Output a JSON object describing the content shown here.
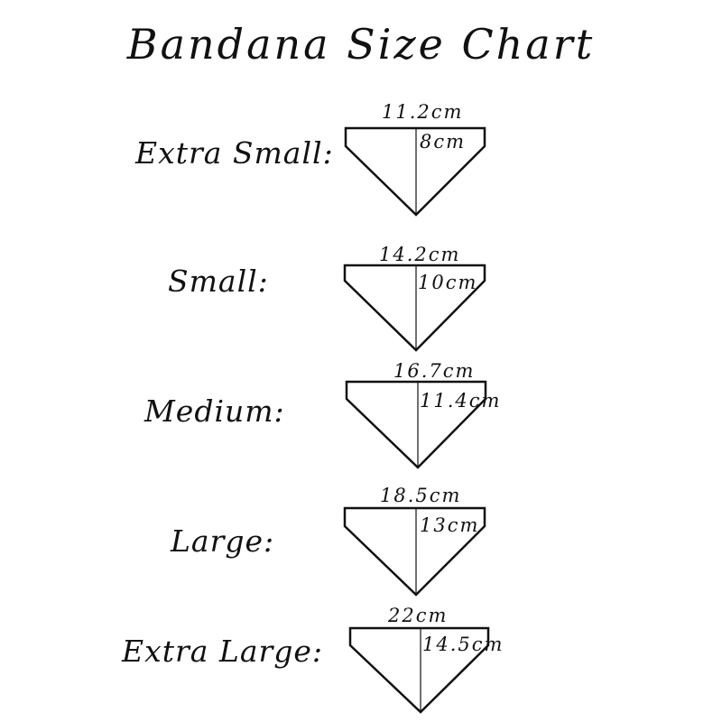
{
  "title": "Bandana Size Chart",
  "sizes": [
    {
      "name": "Extra Small:",
      "width": "11.2cm",
      "height": "8cm"
    },
    {
      "name": "Small:",
      "width": "14.2cm",
      "height": "10cm"
    },
    {
      "name": "Medium:",
      "width": "16.7cm",
      "height": "11.4cm"
    },
    {
      "name": "Large:",
      "width": "18.5cm",
      "height": "13cm"
    },
    {
      "name": "Extra Large:",
      "width": "22cm",
      "height": "14.5cm"
    }
  ],
  "colors": {
    "background": "#ffffff",
    "ink": "#111111"
  }
}
